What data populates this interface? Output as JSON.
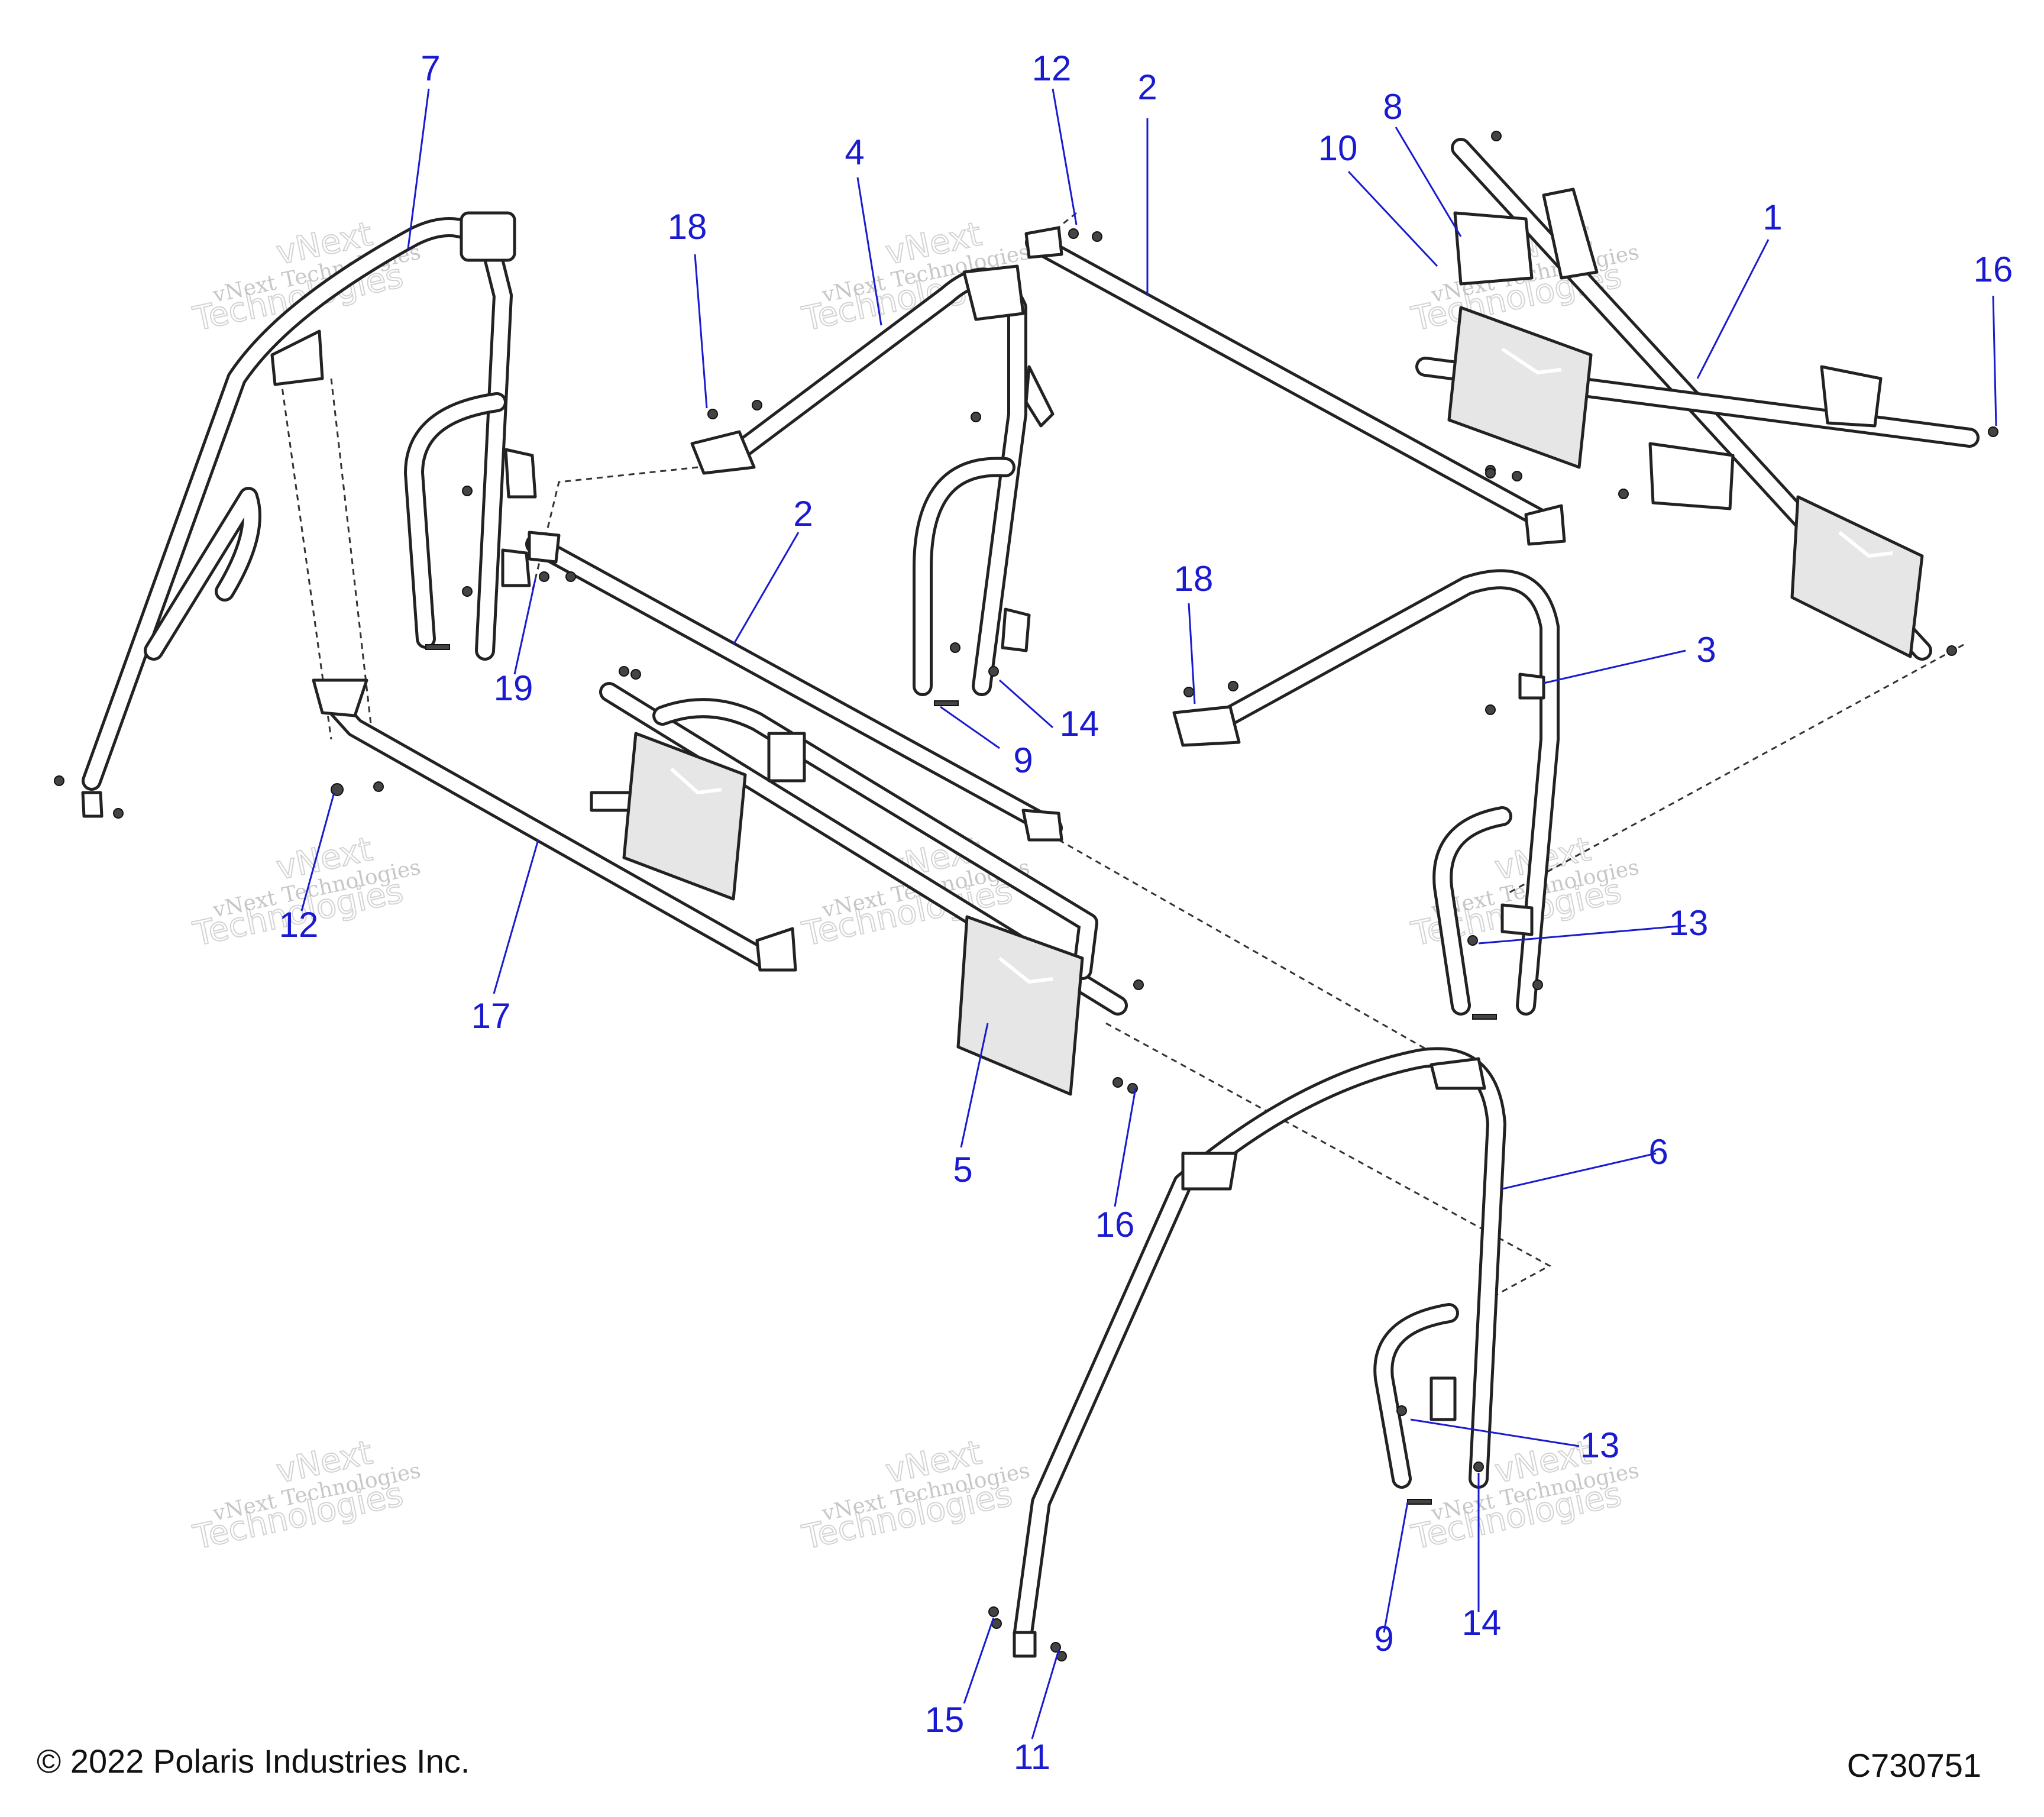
{
  "diagram": {
    "callouts": [
      {
        "id": "7",
        "label": "7"
      },
      {
        "id": "12a",
        "label": "12"
      },
      {
        "id": "2a",
        "label": "2"
      },
      {
        "id": "4",
        "label": "4"
      },
      {
        "id": "18a",
        "label": "18"
      },
      {
        "id": "8",
        "label": "8"
      },
      {
        "id": "10",
        "label": "10"
      },
      {
        "id": "1",
        "label": "1"
      },
      {
        "id": "16a",
        "label": "16"
      },
      {
        "id": "2b",
        "label": "2"
      },
      {
        "id": "19",
        "label": "19"
      },
      {
        "id": "18b",
        "label": "18"
      },
      {
        "id": "3",
        "label": "3"
      },
      {
        "id": "14a",
        "label": "14"
      },
      {
        "id": "9a",
        "label": "9"
      },
      {
        "id": "12b",
        "label": "12"
      },
      {
        "id": "17",
        "label": "17"
      },
      {
        "id": "13a",
        "label": "13"
      },
      {
        "id": "5",
        "label": "5"
      },
      {
        "id": "16b",
        "label": "16"
      },
      {
        "id": "6",
        "label": "6"
      },
      {
        "id": "13b",
        "label": "13"
      },
      {
        "id": "9b",
        "label": "9"
      },
      {
        "id": "14b",
        "label": "14"
      },
      {
        "id": "15",
        "label": "15"
      },
      {
        "id": "11",
        "label": "11"
      }
    ],
    "watermark": {
      "line1": "vNext Technologies",
      "line2": "vNext",
      "line3": "Technologies"
    }
  },
  "footer": {
    "copyright": "© 2022 Polaris Industries Inc.",
    "drawing_number": "C730751"
  },
  "colors": {
    "callout": "#1a1ad0",
    "line": "#222222",
    "plate": "#e6e6e6"
  }
}
